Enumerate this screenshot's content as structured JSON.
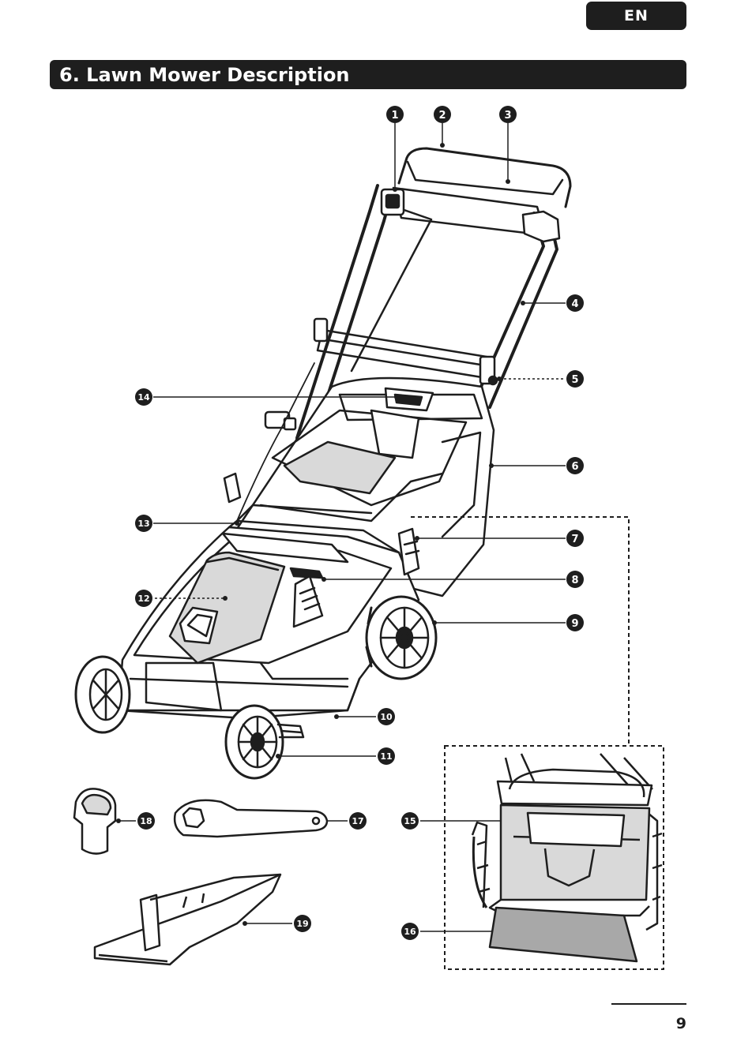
{
  "language_badge": "EN",
  "section_title": "6. Lawn Mower Description",
  "page_number": "9",
  "callouts": [
    {
      "number": "1"
    },
    {
      "number": "2"
    },
    {
      "number": "3"
    },
    {
      "number": "4"
    },
    {
      "number": "5"
    },
    {
      "number": "6"
    },
    {
      "number": "7"
    },
    {
      "number": "8"
    },
    {
      "number": "9"
    },
    {
      "number": "10"
    },
    {
      "number": "11"
    },
    {
      "number": "12"
    },
    {
      "number": "13"
    },
    {
      "number": "14"
    },
    {
      "number": "15"
    },
    {
      "number": "16"
    },
    {
      "number": "17"
    },
    {
      "number": "18"
    },
    {
      "number": "19"
    }
  ],
  "colors": {
    "ink": "#1e1e1e",
    "fill": "#d9d9d9",
    "paper": "#ffffff"
  }
}
